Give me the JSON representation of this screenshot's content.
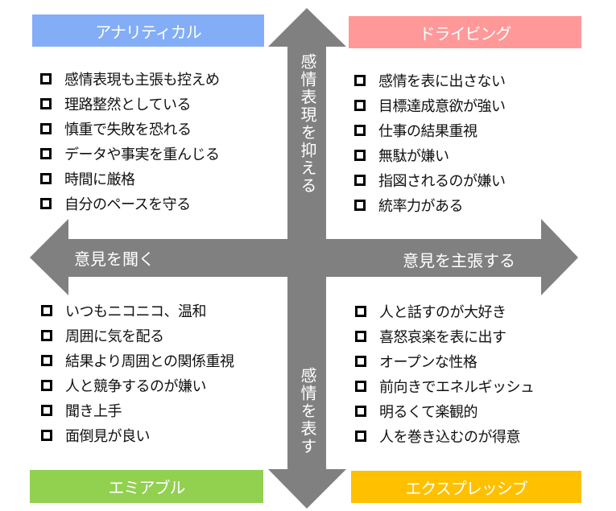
{
  "colors": {
    "arrow": "#808080",
    "analytical": "#83aef7",
    "driving": "#ff9999",
    "amiable": "#92d050",
    "expressive": "#ffc000"
  },
  "axes": {
    "top": "感情表現を抑える",
    "bottom": "感情を表す",
    "left": "意見を聞く",
    "right": "意見を主張する"
  },
  "quadrants": {
    "analytical": {
      "title": "アナリティカル",
      "items": [
        "感情表現も主張も控えめ",
        "理路整然としている",
        "慎重で失敗を恐れる",
        "データや事実を重んじる",
        "時間に厳格",
        "自分のペースを守る"
      ]
    },
    "driving": {
      "title": "ドライビング",
      "items": [
        "感情を表に出さない",
        "目標達成意欲が強い",
        "仕事の結果重視",
        "無駄が嫌い",
        "指図されるのが嫌い",
        "統率力がある"
      ]
    },
    "amiable": {
      "title": "エミアブル",
      "items": [
        "いつもニコニコ、温和",
        "周囲に気を配る",
        "結果より周囲との関係重視",
        "人と競争するのが嫌い",
        "聞き上手",
        "面倒見が良い"
      ]
    },
    "expressive": {
      "title": "エクスプレッシブ",
      "items": [
        "人と話すのが大好き",
        "喜怒哀楽を表に出す",
        "オープンな性格",
        "前向きでエネルギッシュ",
        "明るくて楽観的",
        "人を巻き込むのが得意"
      ]
    }
  }
}
